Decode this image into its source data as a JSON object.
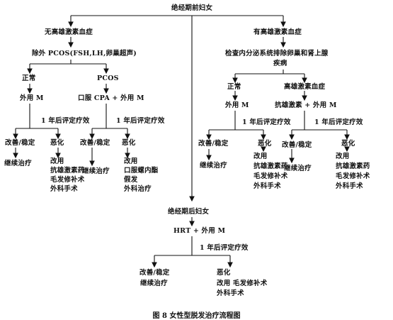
{
  "nodes": {
    "premenopausal": "绝经期前妇女",
    "no_hyperandrogenemia": "无高雄激素血症",
    "hyperandrogenemia": "有高雄激素血症",
    "exclude_pcos": "除外 PCOS(FSH,LH,卵巢超声)",
    "check_endocrine_line1": "检查内分泌系统排除卵巢和肾上腺",
    "check_endocrine_line2": "疾病",
    "normal_left": "正常",
    "pcos": "PCOS",
    "normal_right": "正常",
    "hyperandrogenemia_right": "高雄激素血症",
    "topical_m_left": "外用 M",
    "oral_cpa_topical_m": "口服 CPA + 外用 M",
    "topical_m_right": "外用 M",
    "antiandrogen_topical_m": "抗雄激素 + 外用 M",
    "eval_1yr_a": "1 年后评定疗效",
    "eval_1yr_b": "1 年后评定疗效",
    "eval_1yr_c": "1 年后评定疗效",
    "eval_1yr_d": "1 年后评定疗效",
    "improve_stable_1": "改善/稳定",
    "worsen_1": "恶化",
    "improve_stable_2": "改善/稳定",
    "worsen_2": "恶化",
    "improve_stable_3": "改善/稳定",
    "worsen_3": "恶化",
    "improve_stable_4": "改善/稳定",
    "worsen_4": "恶化",
    "continue_1": "继续治疗",
    "continue_2": "继续治疗",
    "continue_3": "继续治疗",
    "continue_4": "继续治疗",
    "w1_l1": "改用",
    "w1_l2": "抗雄激素药",
    "w1_l3": "毛发修补术",
    "w1_l4": "外科手术",
    "w2_l1": "改用",
    "w2_l2": "口服螺内酯",
    "w2_l3": "假发",
    "w2_l4": "外科治疗",
    "w3_l1": "改用",
    "w3_l2": "抗雄激素药",
    "w3_l3": "毛发修补术",
    "w3_l4": "外科手术",
    "w4_l1": "改用",
    "w4_l2": "抗雄激素药",
    "w4_l3": "毛发修补术",
    "w4_l4": "外科手术",
    "postmenopausal": "绝经期后妇女",
    "hrt_topical_m": "HRT + 外用 M",
    "eval_1yr_post": "1 年后评定疗效",
    "improve_stable_post": "改善/稳定",
    "continue_post": "继续治疗",
    "worsen_post": "恶化",
    "post_w_l1": "改用 毛发修补术",
    "post_w_l2": "外科手术"
  },
  "caption": "图 8   女性型脱发治疗流程图"
}
